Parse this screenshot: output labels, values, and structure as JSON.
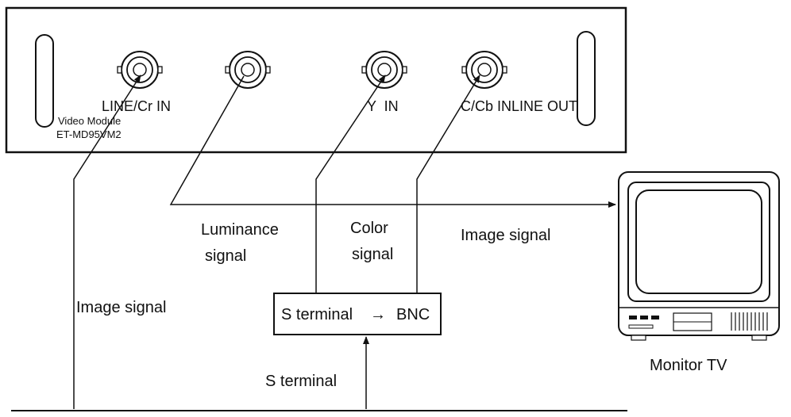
{
  "panel": {
    "ports": {
      "line_cr_in": "LINE/Cr IN",
      "y_in": "Y  IN",
      "c_cb_inline_out": "C/Cb INLINE OUT"
    },
    "module": {
      "name": "Video Module",
      "model": "ET-MD95VM2"
    }
  },
  "signals": {
    "luminance_line1": "Luminance",
    "luminance_line2": "signal",
    "color_line1": "Color",
    "color_line2": "signal",
    "image_signal_right": "Image signal",
    "image_signal_left": "Image signal",
    "s_terminal": "S terminal"
  },
  "converter": {
    "left": "S terminal",
    "arrow": "→",
    "right": "BNC"
  },
  "monitor": {
    "label": "Monitor TV"
  }
}
